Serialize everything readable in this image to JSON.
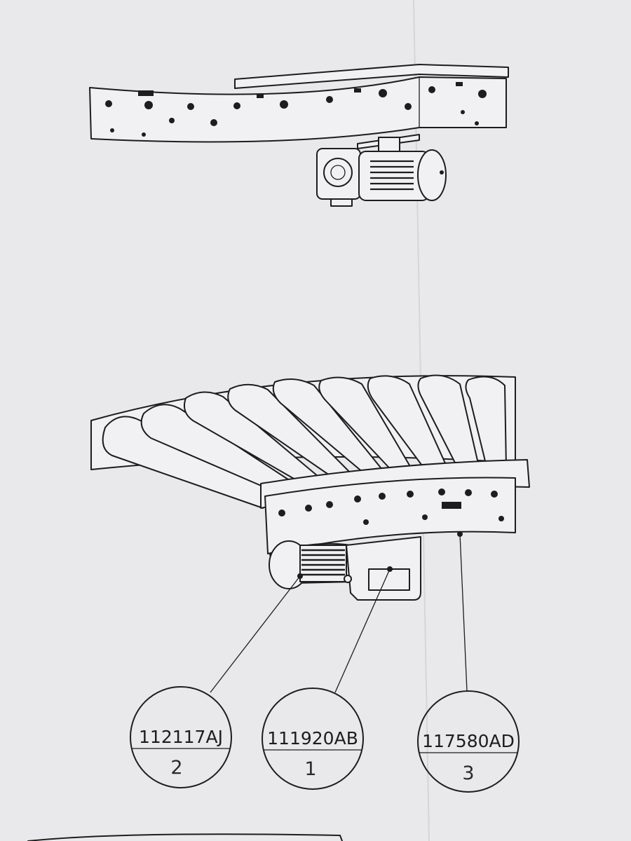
{
  "callouts": [
    {
      "code": "112117AJ",
      "item": "2"
    },
    {
      "code": "111920AB",
      "item": "1"
    },
    {
      "code": "117580AD",
      "item": "3"
    }
  ],
  "colors": {
    "paper": "#e9e8ea",
    "ink": "#1d1d1d"
  }
}
